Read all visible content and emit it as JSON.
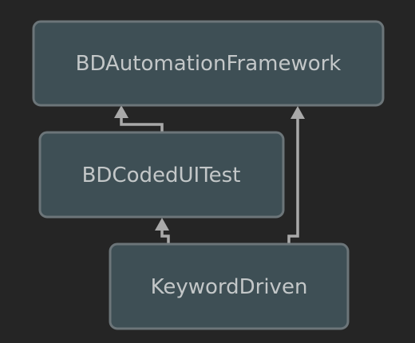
{
  "nodes": [
    {
      "id": "framework",
      "label": "BDAutomationFramework"
    },
    {
      "id": "codedui",
      "label": "BDCodedUITest"
    },
    {
      "id": "keyword",
      "label": "KeywordDriven"
    }
  ],
  "edges": [
    {
      "from": "BDCodedUITest",
      "to": "BDAutomationFramework"
    },
    {
      "from": "KeywordDriven",
      "to": "BDCodedUITest"
    },
    {
      "from": "KeywordDriven",
      "to": "BDAutomationFramework"
    }
  ],
  "colors": {
    "background": "#252525",
    "node_fill": "#3e4f55",
    "node_border": "#6c7579",
    "node_text": "#c3c7c8",
    "edge": "#a9a9a9"
  }
}
